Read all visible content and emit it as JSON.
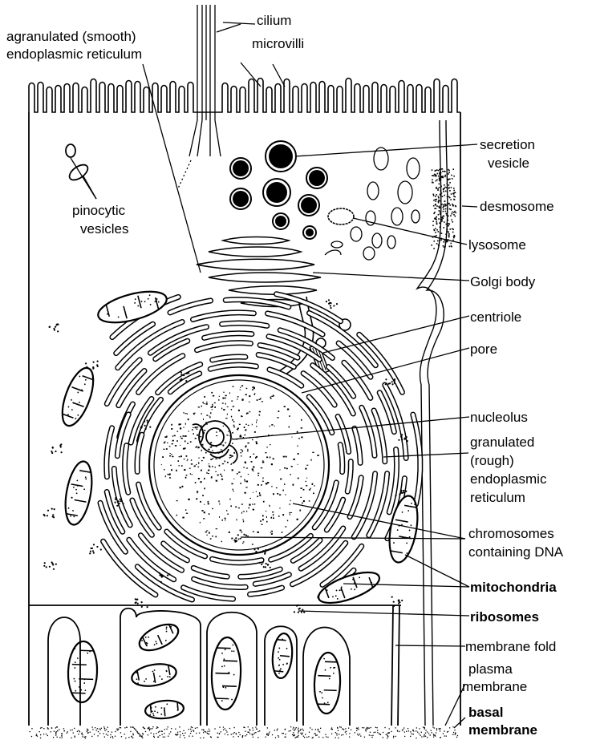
{
  "labels": {
    "agranulated_l1": "agranulated (smooth)",
    "agranulated_l2": "endoplasmic reticulum",
    "cilium": "cilium",
    "microvilli": "microvilli",
    "pinocytic_l1": "pinocytic",
    "pinocytic_l2": "vesicles",
    "secretion_l1": "secretion",
    "secretion_l2": "vesicle",
    "desmosome": "desmosome",
    "lysosome": "lysosome",
    "golgi": "Golgi body",
    "centriole": "centriole",
    "pore": "pore",
    "nucleolus": "nucleolus",
    "rough_l1": "granulated",
    "rough_l2": "(rough)",
    "rough_l3": "endoplasmic",
    "rough_l4": "reticulum",
    "chromosomes_l1": "chromosomes",
    "chromosomes_l2": "containing DNA",
    "mitochondria": "mitochondria",
    "ribosomes": "ribosomes",
    "membrane_fold": "membrane fold",
    "plasma_l1": "plasma",
    "plasma_l2": "membrane",
    "basal_l1": "basal",
    "basal_l2": "membrane"
  }
}
